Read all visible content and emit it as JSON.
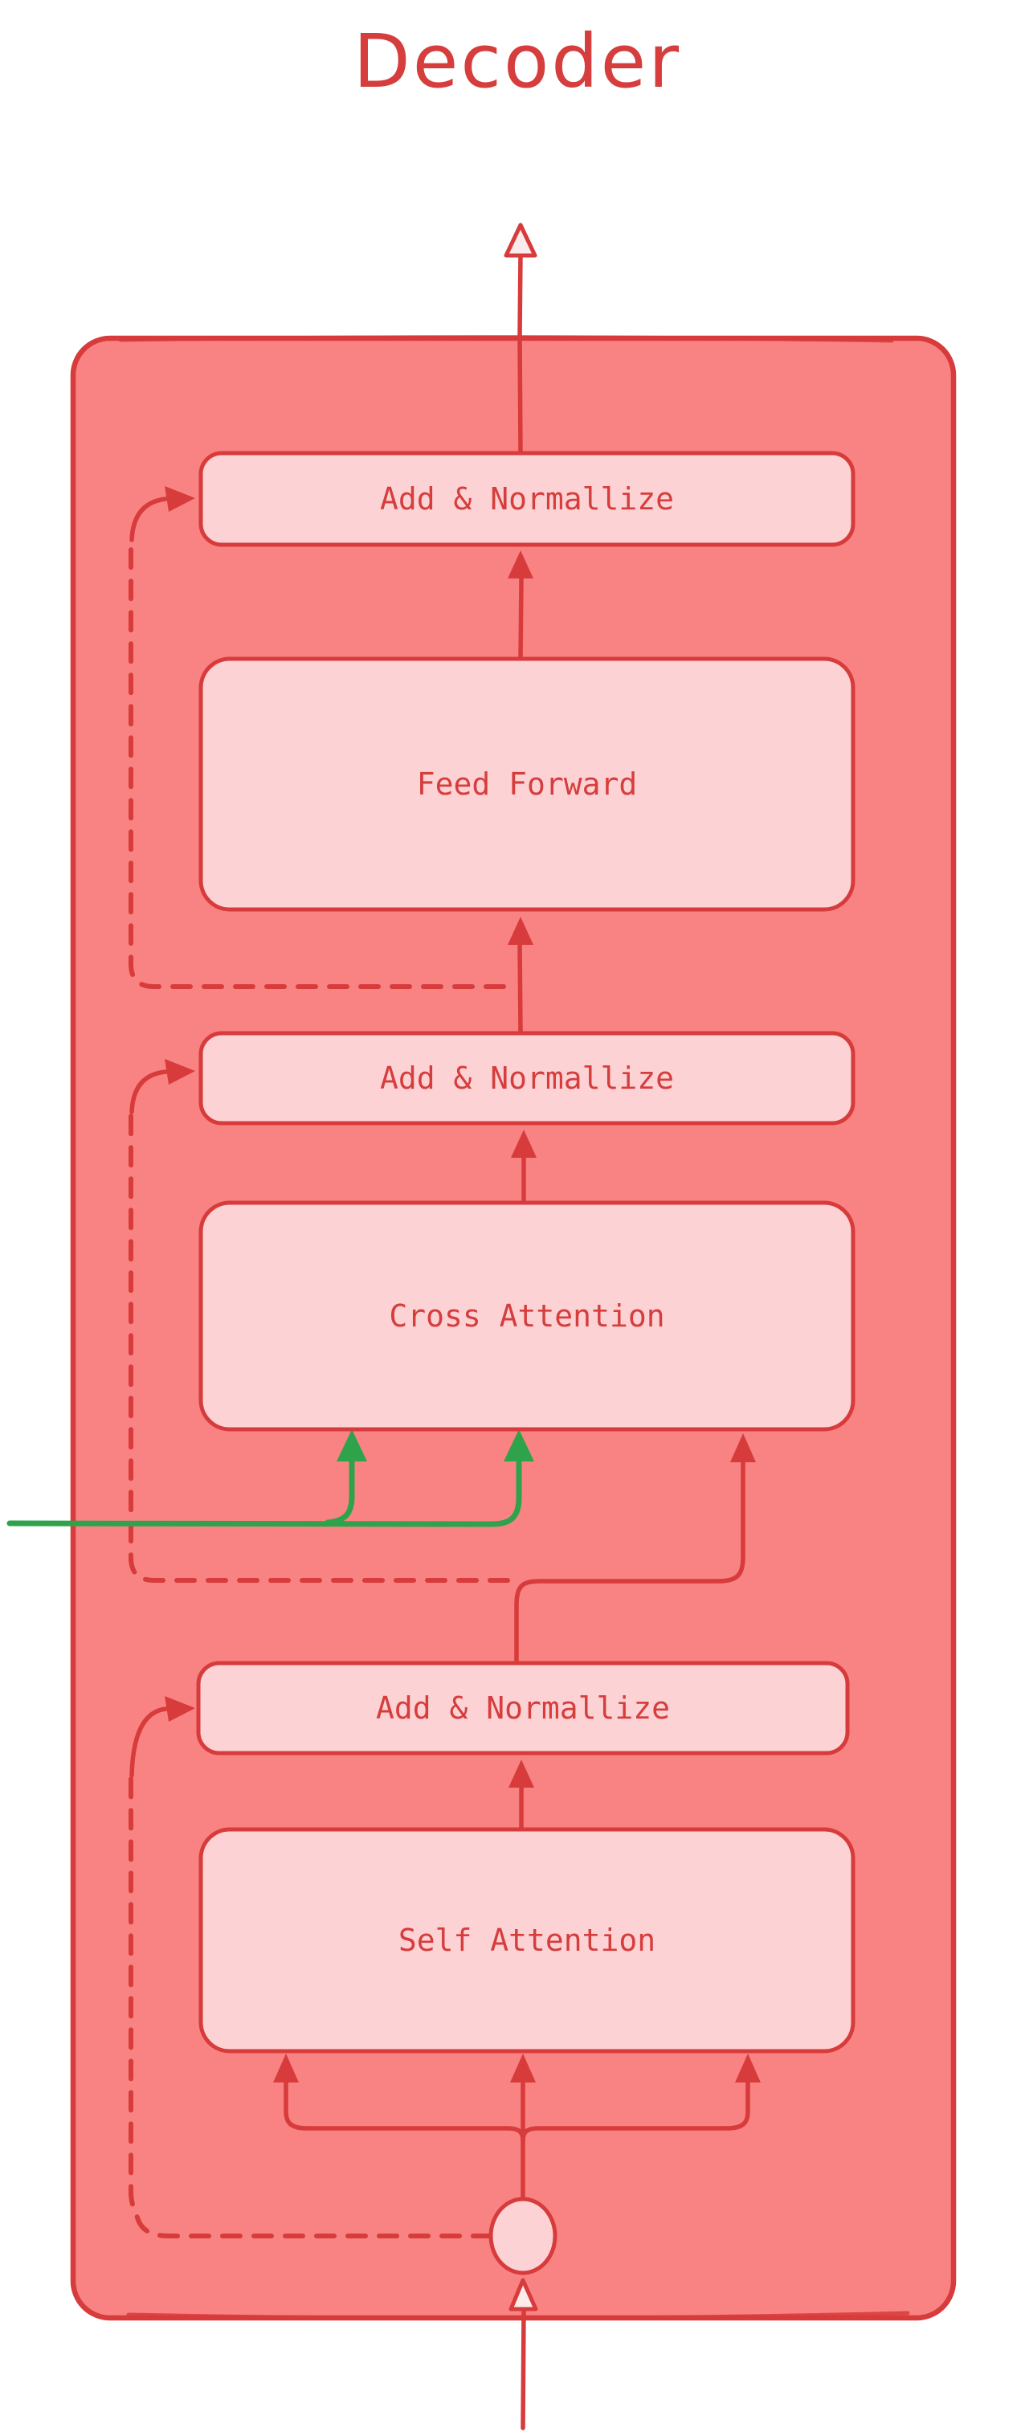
{
  "title": "Decoder",
  "colors": {
    "canvas_bg": "#ffffff",
    "container_fill": "#f98383",
    "stroke_red": "#d73b3b",
    "box_fill": "#fcd2d4",
    "text_red": "#d63d3d",
    "green": "#2fa34b"
  },
  "blocks": [
    {
      "id": "add-normalize-top",
      "label": "Add & Normallize"
    },
    {
      "id": "feed-forward",
      "label": "Feed Forward"
    },
    {
      "id": "add-normalize-middle",
      "label": "Add & Normallize"
    },
    {
      "id": "cross-attention",
      "label": "Cross Attention"
    },
    {
      "id": "add-normalize-bottom",
      "label": "Add & Normallize"
    },
    {
      "id": "self-attention",
      "label": "Self Attention"
    }
  ]
}
